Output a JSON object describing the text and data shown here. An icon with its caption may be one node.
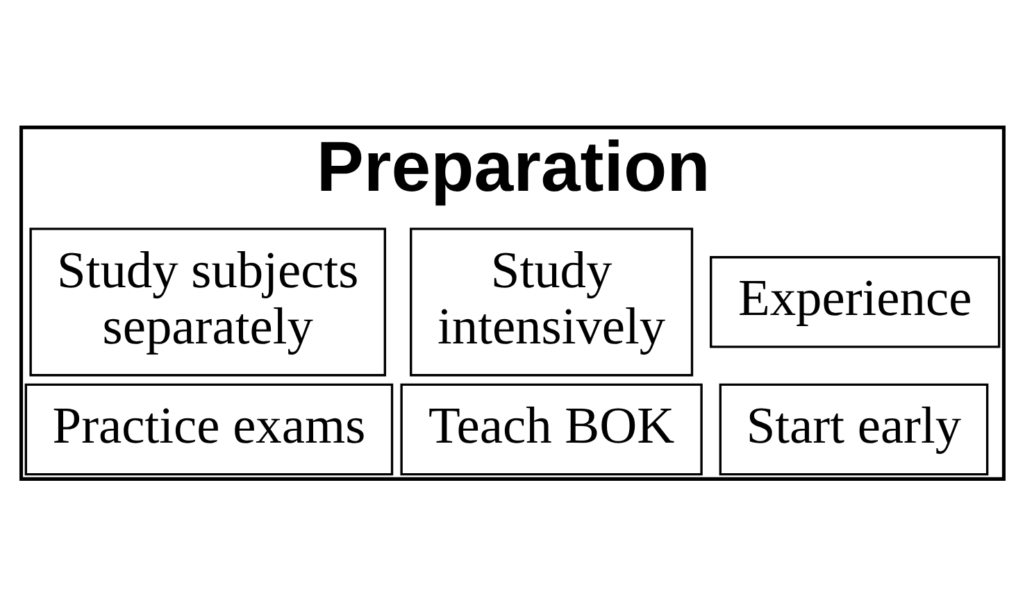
{
  "diagram": {
    "nodes": [
      {
        "text": [
          "Preparation"
        ]
      },
      {
        "text": [
          "Teach BOK"
        ],
        "in": 0
      },
      {
        "text": [
          "Experience"
        ],
        "in": 0
      },
      {
        "text": [
          "Study intensively"
        ],
        "in": 0
      },
      {
        "text": [
          "Start early"
        ],
        "in": 0
      },
      {
        "text": [
          "Practice exams"
        ],
        "in": 0
      },
      {
        "text": [
          "Study subjects separately"
        ],
        "in": 0
      }
    ]
  }
}
